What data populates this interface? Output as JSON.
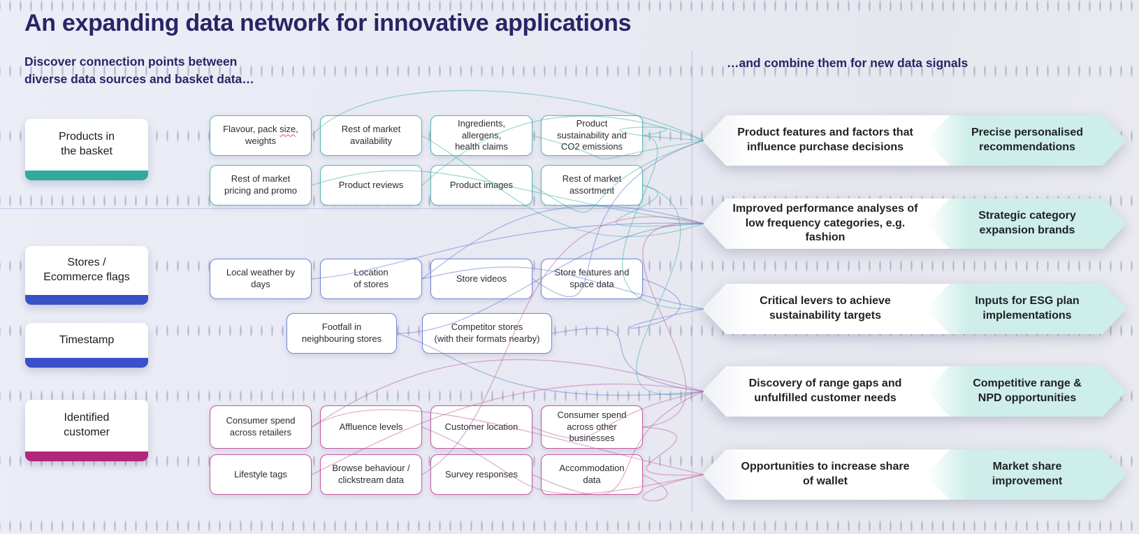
{
  "page": {
    "title": "An expanding data network for innovative applications",
    "subtitle_left": "Discover connection points between\ndiverse data sources and basket data…",
    "subtitle_right": "…and combine them for new data signals"
  },
  "colors": {
    "title_text": "#2b2365",
    "teal_bar": "#2fab9d",
    "blue_bar": "#3a50c8",
    "pink_bar": "#b2267c",
    "teal_border": "#53b8ab",
    "blue_border": "#7285d8",
    "pink_border": "#c4579b",
    "outcome_fill": "#cdeee9",
    "lines": {
      "t": "#45b3a6",
      "b": "#6677d6",
      "p": "#c2629f"
    }
  },
  "sources": [
    {
      "label": "Products in\nthe basket",
      "bar_color": "#2fab9d"
    },
    {
      "label": "Stores /\nEcommerce flags",
      "bar_color": "#3a50c8"
    },
    {
      "label": "Timestamp",
      "bar_color": "#3a50c8"
    },
    {
      "label": "Identified\ncustomer",
      "bar_color": "#b2267c"
    }
  ],
  "middle_boxes": {
    "flavour_parts": [
      "Flavour, pack ",
      "size",
      ", weights"
    ],
    "products": [
      "Rest of market\navailability",
      "Ingredients,\nallergens,\nhealth claims",
      "Product\nsustainability and\nCO2 emissions",
      "Rest of market\npricing and promo",
      "Product reviews",
      "Product images",
      "Rest of market\nassortment"
    ],
    "stores": [
      "Local weather by\ndays",
      "Location\nof stores",
      "Store videos",
      "Store features and\nspace data",
      "Footfall in\nneighbouring stores",
      "Competitor stores\n(with their formats nearby)"
    ],
    "customer": [
      "Consumer spend\nacross retailers",
      "Affluence levels",
      "Customer location",
      "Consumer spend\nacross other\nbusinesses",
      "Lifestyle tags",
      "Browse behaviour /\nclickstream data",
      "Survey responses",
      "Accommodation\ndata"
    ]
  },
  "signals": [
    {
      "description": "Product features and factors that\ninfluence purchase decisions",
      "outcome": "Precise personalised\nrecommendations"
    },
    {
      "description": "Improved performance analyses of\nlow frequency categories, e.g. fashion",
      "outcome": "Strategic category\nexpansion brands"
    },
    {
      "description": "Critical levers to achieve\nsustainability targets",
      "outcome": "Inputs for ESG plan\nimplementations"
    },
    {
      "description": "Discovery of range gaps and\nunfulfilled customer needs",
      "outcome": "Competitive range &\nNPD opportunities"
    },
    {
      "description": "Opportunities to increase share\nof wallet",
      "outcome": "Market share\nimprovement"
    }
  ],
  "connections": [
    {
      "from": "p0",
      "to": 0,
      "g": "t"
    },
    {
      "from": "p1",
      "to": 1,
      "g": "t"
    },
    {
      "from": "p2",
      "to": 0,
      "g": "t"
    },
    {
      "from": "p3",
      "to": 2,
      "g": "t"
    },
    {
      "from": "p3",
      "to": 0,
      "g": "t"
    },
    {
      "from": "p4",
      "to": 1,
      "g": "t"
    },
    {
      "from": "p5",
      "to": 0,
      "g": "t"
    },
    {
      "from": "p6",
      "to": 0,
      "g": "t"
    },
    {
      "from": "p7",
      "to": 3,
      "g": "t"
    },
    {
      "from": "p7",
      "to": 1,
      "g": "t"
    },
    {
      "from": "s0",
      "to": 1,
      "g": "b"
    },
    {
      "from": "s1",
      "to": 2,
      "g": "b"
    },
    {
      "from": "s1",
      "to": 1,
      "g": "b"
    },
    {
      "from": "s2",
      "to": 0,
      "g": "b"
    },
    {
      "from": "s3",
      "to": 2,
      "g": "b"
    },
    {
      "from": "s4",
      "to": 3,
      "g": "b"
    },
    {
      "from": "s4",
      "to": 1,
      "g": "b"
    },
    {
      "from": "s5",
      "to": 3,
      "g": "b"
    },
    {
      "from": "c0",
      "to": 4,
      "g": "p"
    },
    {
      "from": "c0",
      "to": 3,
      "g": "p"
    },
    {
      "from": "c1",
      "to": 4,
      "g": "p"
    },
    {
      "from": "c2",
      "to": 3,
      "g": "p"
    },
    {
      "from": "c3",
      "to": 4,
      "g": "p"
    },
    {
      "from": "c3",
      "to": 1,
      "g": "p"
    },
    {
      "from": "c4",
      "to": 3,
      "g": "p"
    },
    {
      "from": "c5",
      "to": 1,
      "g": "p"
    },
    {
      "from": "c6",
      "to": 3,
      "g": "p"
    },
    {
      "from": "c7",
      "to": 4,
      "g": "p"
    }
  ]
}
